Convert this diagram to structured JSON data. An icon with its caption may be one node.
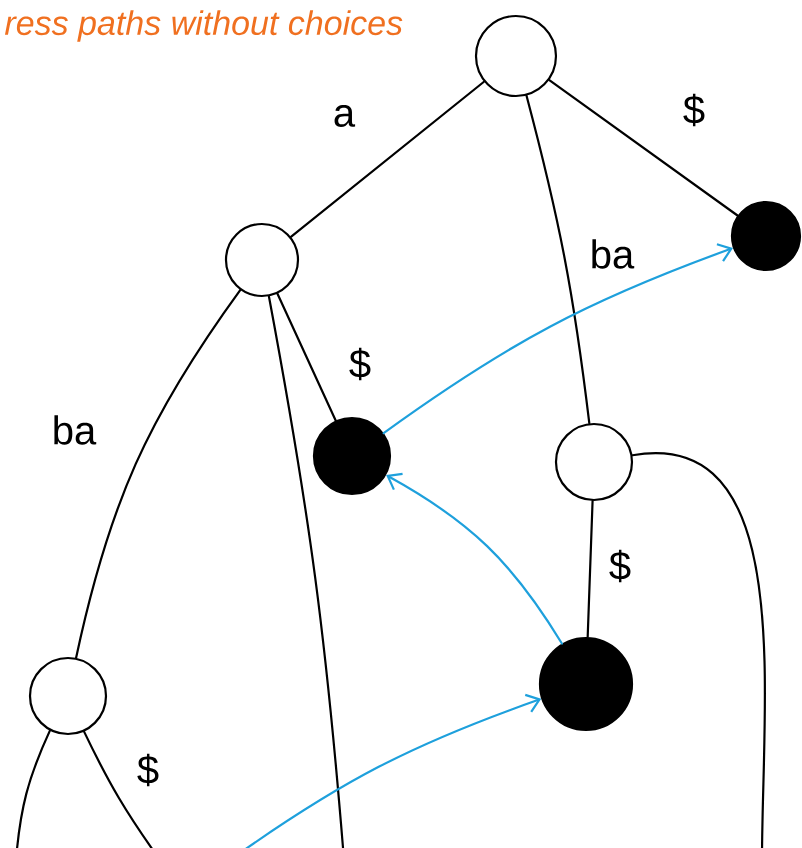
{
  "diagram": {
    "nodes": [
      {
        "text": [],
        "shape": "circle"
      },
      {
        "text": [],
        "shape": "circle"
      },
      {
        "text": [],
        "shape": "dot"
      },
      {
        "text": [],
        "shape": "dot"
      },
      {
        "text": [],
        "shape": "circle"
      },
      {
        "text": [],
        "shape": "circle"
      },
      {
        "text": [],
        "shape": "dot"
      }
    ],
    "edges": [
      {
        "from": 0,
        "to": 1,
        "arrow": "none",
        "label": "a"
      },
      {
        "from": 0,
        "to": 4,
        "arrow": "none",
        "label": "ba"
      },
      {
        "from": 0,
        "to": 2,
        "arrow": "none",
        "label": "$"
      },
      {
        "from": 1,
        "to": 5,
        "arrow": "none",
        "label": "ba"
      },
      {
        "from": 1,
        "to": 3,
        "arrow": "none",
        "label": "$"
      },
      {
        "from": 1,
        "to": null,
        "arrow": "none"
      },
      {
        "from": 4,
        "to": 6,
        "arrow": "none",
        "label": "$"
      },
      {
        "from": 4,
        "to": null,
        "arrow": "none"
      },
      {
        "from": 5,
        "to": null,
        "arrow": "none"
      },
      {
        "from": 5,
        "to": null,
        "arrow": "none",
        "label": "$"
      },
      {
        "from": null,
        "to": 6,
        "arrow": "to",
        "color": "#1ea0dc"
      },
      {
        "from": 6,
        "to": 3,
        "arrow": "to",
        "color": "#1ea0dc"
      },
      {
        "from": 3,
        "to": 2,
        "arrow": "to",
        "color": "#1ea0dc"
      }
    ],
    "labels": [
      "ress paths without choices"
    ]
  }
}
